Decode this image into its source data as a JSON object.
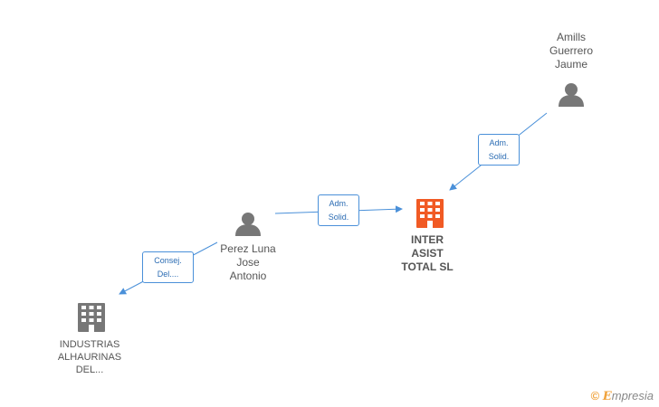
{
  "nodes": {
    "inter": {
      "lines": [
        "INTER",
        "ASIST",
        "TOTAL SL"
      ]
    },
    "perez": {
      "lines": [
        "Perez Luna",
        "Jose",
        "Antonio"
      ]
    },
    "amills": {
      "lines": [
        "Amills",
        "Guerrero",
        "Jaume"
      ]
    },
    "industrias": {
      "lines": [
        "INDUSTRIAS",
        "ALHAURINAS",
        "DEL..."
      ]
    }
  },
  "edges": {
    "perez_inter": {
      "lines": [
        "Adm.",
        "Solid."
      ]
    },
    "amills_inter": {
      "lines": [
        "Adm.",
        "Solid."
      ]
    },
    "perez_industrias": {
      "lines": [
        "Consej.",
        "Del...."
      ]
    }
  },
  "brand": {
    "symbol": "©",
    "e": "E",
    "rest": "mpresia"
  },
  "colors": {
    "person": "#777777",
    "company": "#777777",
    "main_company": "#f15a24",
    "edge": "#4a90d9"
  },
  "icons": {
    "person": "person-icon",
    "company": "building-icon"
  }
}
